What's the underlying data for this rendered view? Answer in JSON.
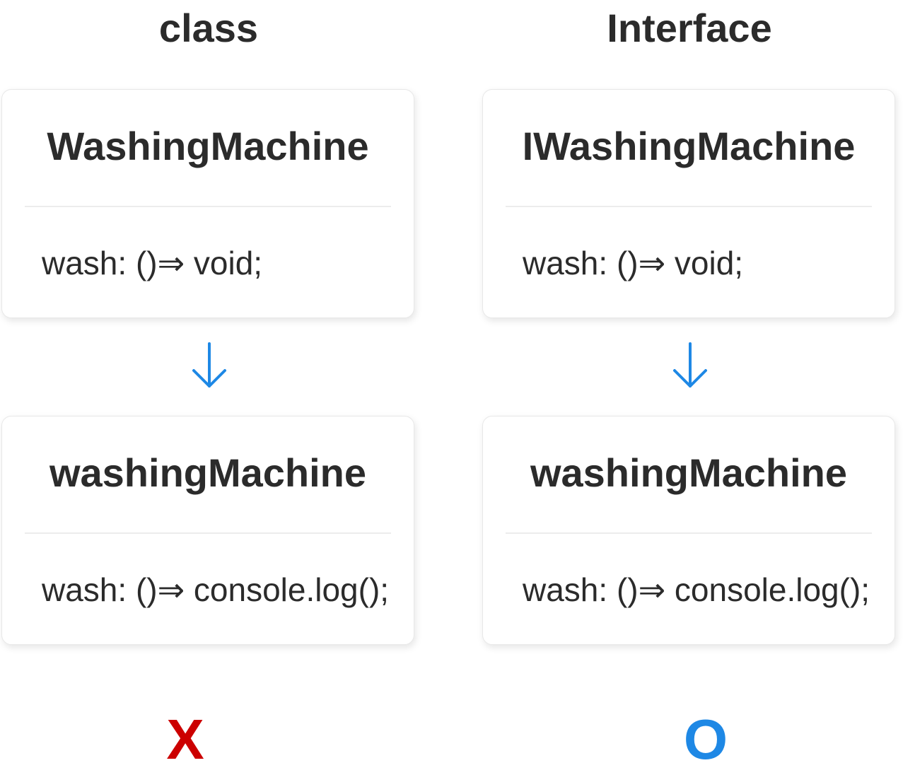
{
  "colors": {
    "text": "#2b2b2b",
    "arrow": "#1e88e5",
    "wrong": "#cc0000",
    "right": "#1e88e5"
  },
  "columns": [
    {
      "heading": "class",
      "top_card": {
        "name": "WashingMachine",
        "member": "wash: ()⇒ void;"
      },
      "arrow_icon": "arrow-down-icon",
      "bottom_card": {
        "name": "washingMachine",
        "member": "wash: ()⇒ console.log();"
      },
      "verdict": "X",
      "verdict_color": "#cc0000"
    },
    {
      "heading": "Interface",
      "top_card": {
        "name": "IWashingMachine",
        "member": "wash: ()⇒ void;"
      },
      "arrow_icon": "arrow-down-icon",
      "bottom_card": {
        "name": "washingMachine",
        "member": "wash: ()⇒ console.log();"
      },
      "verdict": "O",
      "verdict_color": "#1e88e5"
    }
  ]
}
